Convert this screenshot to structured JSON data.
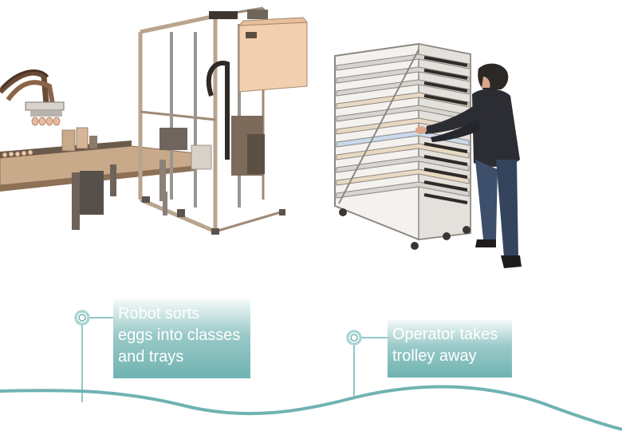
{
  "colors": {
    "teal": "#6fb3b1",
    "teal_light": "#a9d6d4",
    "wood": "#c8a98a",
    "metal": "#9a9590",
    "box": "#f2cfae"
  },
  "steps": [
    {
      "icon": "robot-sorting-machine-icon",
      "lines": [
        "Robot sorts",
        "eggs into classes",
        "and trays"
      ]
    },
    {
      "icon": "operator-with-trolley-icon",
      "lines": [
        "Operator takes",
        "trolley away"
      ]
    }
  ]
}
